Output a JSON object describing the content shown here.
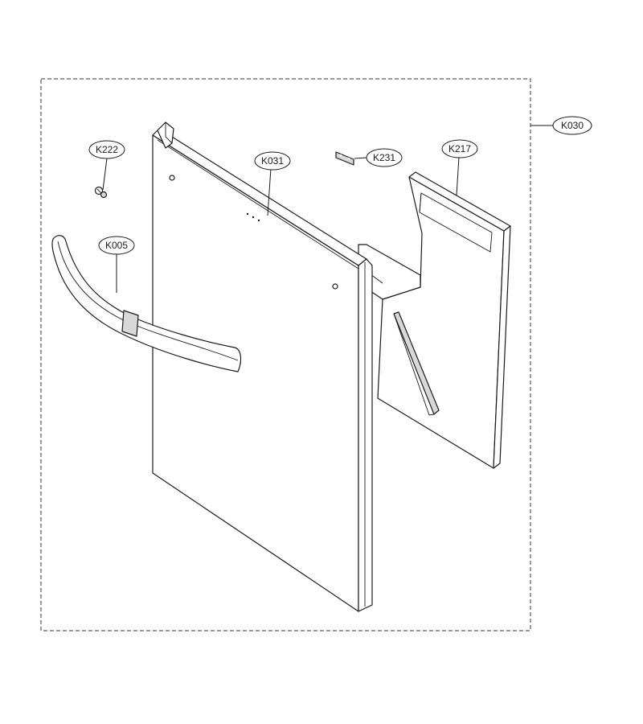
{
  "callouts": {
    "assembly": "K030",
    "door_panel": "K031",
    "handle": "K005",
    "screw": "K222",
    "bracket": "K231",
    "insulation": "K217"
  }
}
